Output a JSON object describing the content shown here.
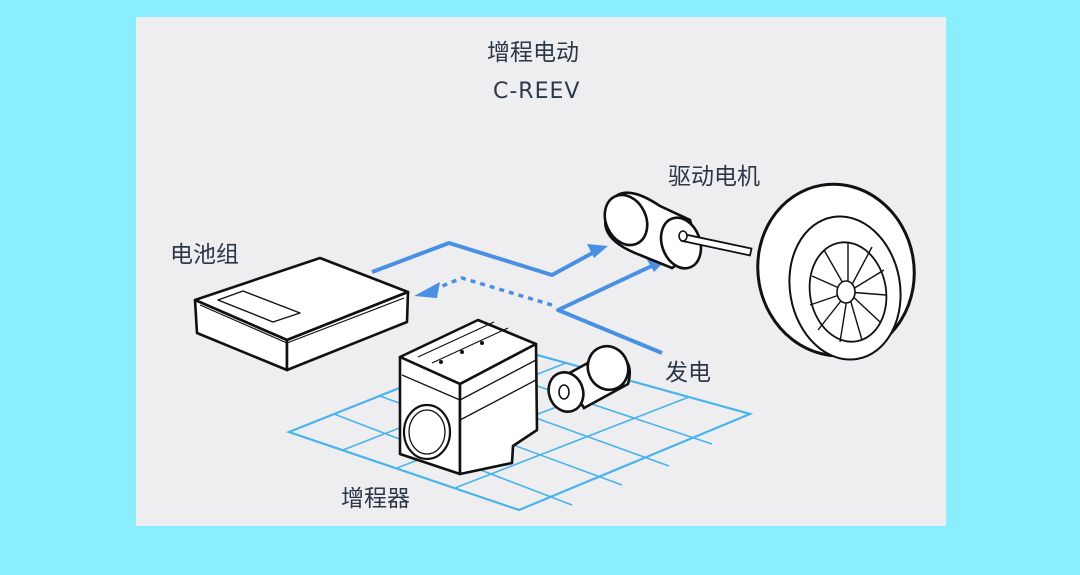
{
  "diagram": {
    "title": "增程电动",
    "subtitle": "C-REEV",
    "components": {
      "battery_pack": "电池组",
      "drive_motor": "驱动电机",
      "generation": "发电",
      "range_extender": "增程器"
    },
    "flows": [
      {
        "from": "battery_pack",
        "to": "drive_motor",
        "style": "solid"
      },
      {
        "from": "generator",
        "to": "drive_motor",
        "style": "solid"
      },
      {
        "from": "generator",
        "to": "battery_pack",
        "style": "dotted"
      }
    ],
    "colors": {
      "outer_background": "#8aeefe",
      "panel_background": "#eeeef0",
      "flow_arrow": "#4a90e2",
      "grid": "#4ab4ea",
      "text": "#2c3848"
    }
  }
}
